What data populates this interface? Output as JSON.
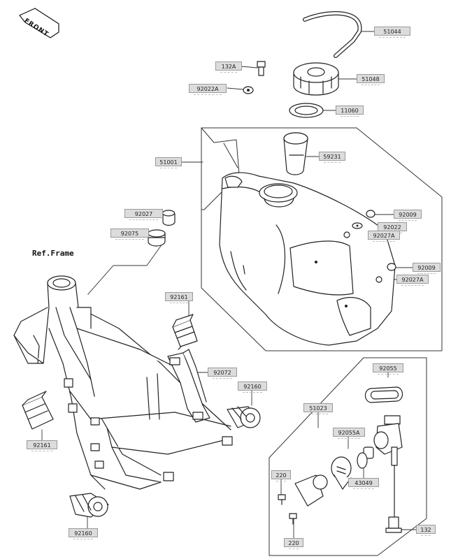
{
  "front_badge": "FRONT",
  "ref_frame": "Ref.Frame",
  "labels": {
    "l51044": "51044",
    "l132A": "132A",
    "l51048": "51048",
    "l92022A": "92022A",
    "l11060": "11060",
    "l51001": "51001",
    "l59231": "59231",
    "l92027": "92027",
    "l92009a": "92009",
    "l92022": "92022",
    "l92075": "92075",
    "l92027Aa": "92027A",
    "l92009b": "92009",
    "l92027Ab": "92027A",
    "l92161a": "92161",
    "l92072": "92072",
    "l92055": "92055",
    "l92160a": "92160",
    "l51023": "51023",
    "l92055A": "92055A",
    "l92161b": "92161",
    "l220a": "220",
    "l43049": "43049",
    "l92160b": "92160",
    "l132": "132",
    "l220b": "220"
  }
}
